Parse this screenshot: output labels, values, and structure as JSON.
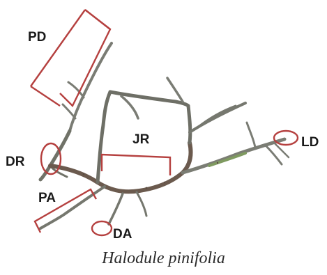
{
  "labels": {
    "pd": "PD",
    "jr": "JR",
    "dr": "DR",
    "pa": "PA",
    "da": "DA",
    "ld": "LD"
  },
  "caption": "Halodule pinifolia",
  "colors": {
    "marker": "#b5403f",
    "rhizome": "#6b5a4e",
    "root": "#7d7f78",
    "leaf_base": "#6f8a55"
  }
}
